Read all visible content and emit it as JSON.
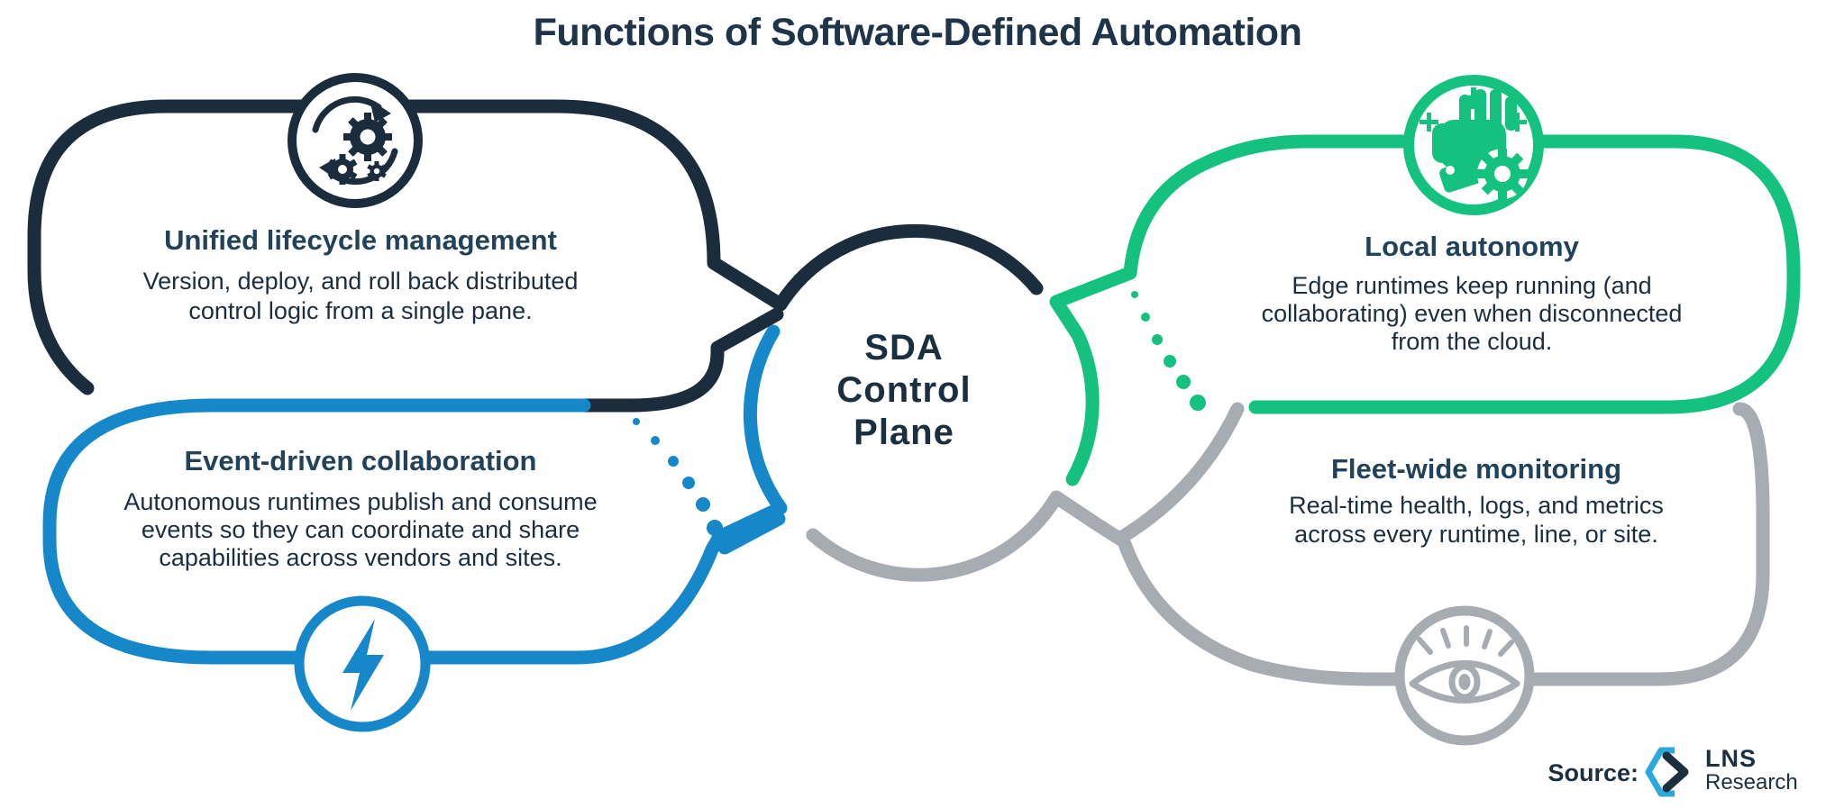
{
  "title": "Functions of Software-Defined Automation",
  "center": {
    "label_line1": "SDA",
    "label_line2": "Control",
    "label_line3": "Plane"
  },
  "cards": {
    "lifecycle": {
      "heading": "Unified lifecycle management",
      "body_lines": [
        "Version, deploy, and roll back distributed",
        "control logic from a single pane."
      ],
      "icon": "cycle-gears-icon",
      "color": "#1b2d3c"
    },
    "autonomy": {
      "heading": "Local autonomy",
      "body_lines": [
        "Edge runtimes keep running (and",
        "collaborating) even when disconnected",
        "from the cloud."
      ],
      "icon": "fist-gear-icon",
      "color": "#15c17f"
    },
    "events": {
      "heading": "Event-driven collaboration",
      "body_lines": [
        "Autonomous runtimes publish and consume",
        "events so they can coordinate and share",
        "capabilities across vendors and sites."
      ],
      "icon": "lightning-bolt-icon",
      "color": "#1687c9"
    },
    "monitoring": {
      "heading": "Fleet-wide monitoring",
      "body_lines": [
        "Real-time health, logs, and metrics",
        "across every runtime, line, or site."
      ],
      "icon": "eye-icon",
      "color": "#a7acb2"
    }
  },
  "source": {
    "label": "Source:",
    "logo_icon": "hexagon-chevron-icon",
    "logo_line1": "LNS",
    "logo_line2": "Research"
  },
  "colors": {
    "navy": "#1b2d3c",
    "blue": "#1687c9",
    "green": "#15c17f",
    "gray": "#a7acb2",
    "logo_blue": "#2aa9e0",
    "heading_text": "#224259",
    "body_text": "#1c2e3d"
  }
}
